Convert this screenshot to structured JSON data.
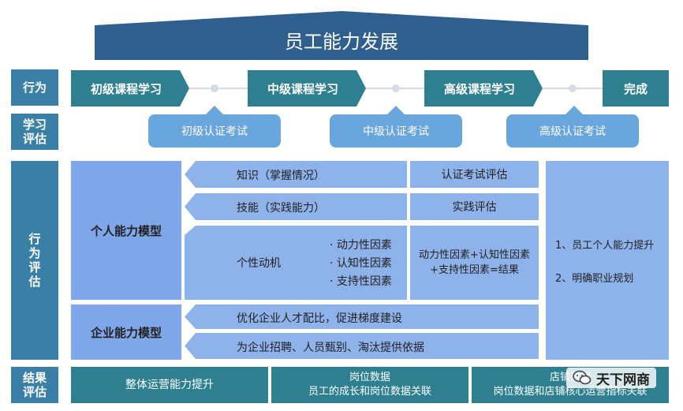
{
  "title": "员工能力发展",
  "rows": {
    "behavior": "行为",
    "study_eval": "学习\n评估",
    "behavior_eval": "行\n为\n评\n估",
    "result_eval": "结果\n评估"
  },
  "stages": [
    "初级课程学习",
    "中级课程学习",
    "高级课程学习",
    "完成"
  ],
  "exams": [
    "初级认证考试",
    "中级认证考试",
    "高级认证考试"
  ],
  "models": {
    "personal": {
      "name": "个人能力模型",
      "items": [
        {
          "label": "知识（掌握情况）",
          "eval": "认证考试评估"
        },
        {
          "label": "技能（实践能力）",
          "eval": "实践评估"
        }
      ],
      "motivation": {
        "label": "个性动机",
        "factors": [
          "· 动力性因素",
          "· 认知性因素",
          "· 支持性因素"
        ],
        "eval": "动力性因素+认知性因素\n+支持性因素=结果"
      }
    },
    "enterprise": {
      "name": "企业能力模型",
      "items": [
        "优化企业人才配比，促进梯度建设",
        "为企业招聘、人员甄别、淘汰提供依据"
      ]
    }
  },
  "outcomes": [
    "1、员工个人能力提升",
    "2、明确职业规划"
  ],
  "results": [
    "整体运营能力提升",
    "岗位数据\n员工的成长和岗位数据关联",
    "店铺数据\n岗位数据和店铺核心运营指标关联"
  ],
  "watermark": "天下网商"
}
